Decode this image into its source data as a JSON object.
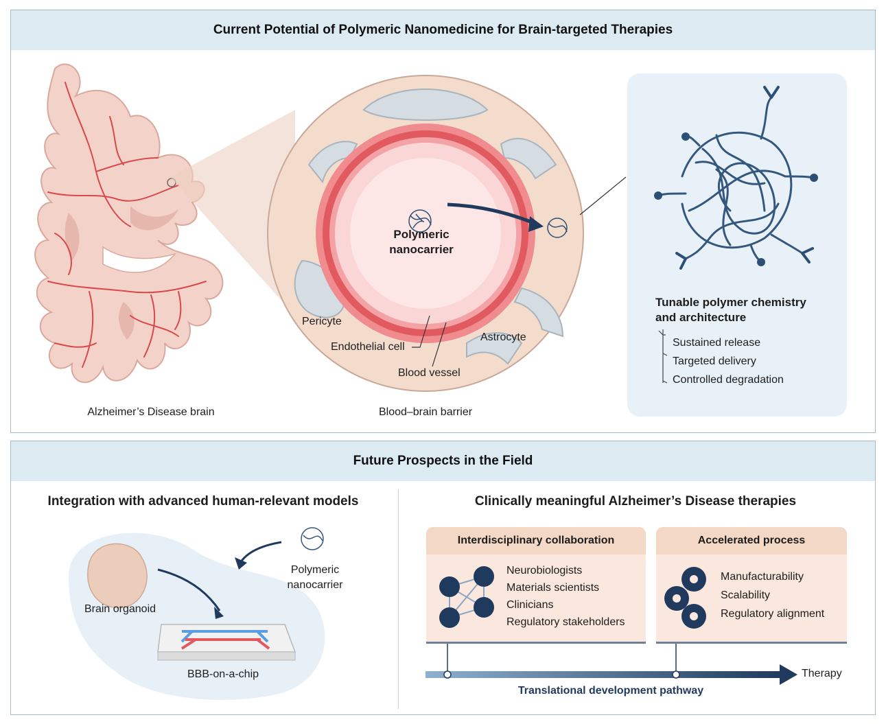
{
  "top": {
    "title": "Current Potential of Polymeric Nanomedicine for Brain-targeted Therapies",
    "brain_label": "Alzheimer’s Disease brain",
    "bbb_label": "Blood–brain barrier",
    "nanocarrier_label_line1": "Polymeric",
    "nanocarrier_label_line2": "nanocarrier",
    "pericyte": "Pericyte",
    "endothelial": "Endothelial cell",
    "astrocyte": "Astrocyte",
    "vessel": "Blood vessel",
    "polymer_title_line1": "Tunable polymer chemistry",
    "polymer_title_line2": "and architecture",
    "polymer_features": [
      "Sustained release",
      "Targeted delivery",
      "Controlled degradation"
    ]
  },
  "bottom": {
    "title": "Future Prospects in the Field",
    "left_title": "Integration with advanced human-relevant models",
    "organoid_label": "Brain organoid",
    "nanocarrier_line1": "Polymeric",
    "nanocarrier_line2": "nanocarrier",
    "chip_label": "BBB-on-a-chip",
    "right_title": "Clinically meaningful Alzheimer’s Disease therapies",
    "collab": {
      "title": "Interdisciplinary collaboration",
      "items": [
        "Neurobiologists",
        "Materials scientists",
        "Clinicians",
        "Regulatory stakeholders"
      ]
    },
    "process": {
      "title": "Accelerated process",
      "items": [
        "Manufacturability",
        "Scalability",
        "Regulatory alignment"
      ]
    },
    "therapy_label": "Therapy",
    "pathway_label": "Translational development pathway"
  },
  "colors": {
    "header_bg": "#dceaf2",
    "navy": "#1f3a5c",
    "brain_fill": "#f3d3c9",
    "vessel_red": "#d9484d",
    "card_bg": "#fae8de"
  }
}
